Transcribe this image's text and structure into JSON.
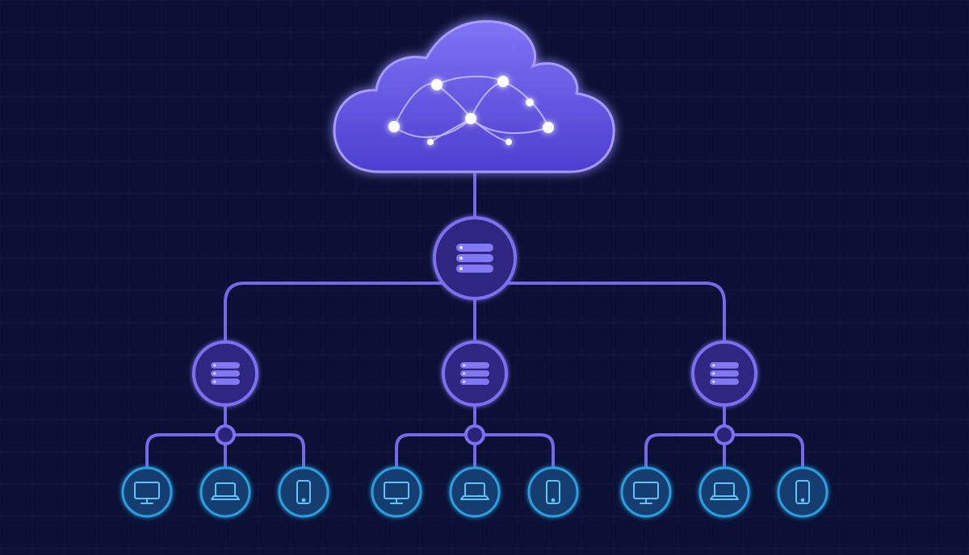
{
  "colors": {
    "background": "#0b1034",
    "grid": "#131a45",
    "cloud_top": "#7f74f5",
    "cloud_bottom": "#4d3fcf",
    "cloud_stroke": "#a79df9",
    "link": "#7469e8",
    "server_fill": "#2e2880",
    "server_ring": "#7c70f0",
    "server_bar": "#8378f3",
    "device_fill": "#123e70",
    "device_ring": "#2b9fe0",
    "device_icon": "#5ec3f7",
    "hub_fill": "#2a2478",
    "node_glow": "#ffffff"
  },
  "cloud": {
    "icon": "cloud-icon",
    "mesh_icon": "network-mesh-icon"
  },
  "core_server": {
    "icon": "server-rack-icon"
  },
  "branches": [
    {
      "id": "left",
      "server_icon": "server-rack-icon",
      "devices": [
        {
          "type": "desktop",
          "icon": "monitor-icon"
        },
        {
          "type": "laptop",
          "icon": "laptop-icon"
        },
        {
          "type": "mobile",
          "icon": "smartphone-icon"
        }
      ]
    },
    {
      "id": "center",
      "server_icon": "server-rack-icon",
      "devices": [
        {
          "type": "desktop",
          "icon": "monitor-icon"
        },
        {
          "type": "laptop",
          "icon": "laptop-icon"
        },
        {
          "type": "mobile",
          "icon": "smartphone-icon"
        }
      ]
    },
    {
      "id": "right",
      "server_icon": "server-rack-icon",
      "devices": [
        {
          "type": "desktop",
          "icon": "monitor-icon"
        },
        {
          "type": "laptop",
          "icon": "laptop-icon"
        },
        {
          "type": "mobile",
          "icon": "smartphone-icon"
        }
      ]
    }
  ]
}
